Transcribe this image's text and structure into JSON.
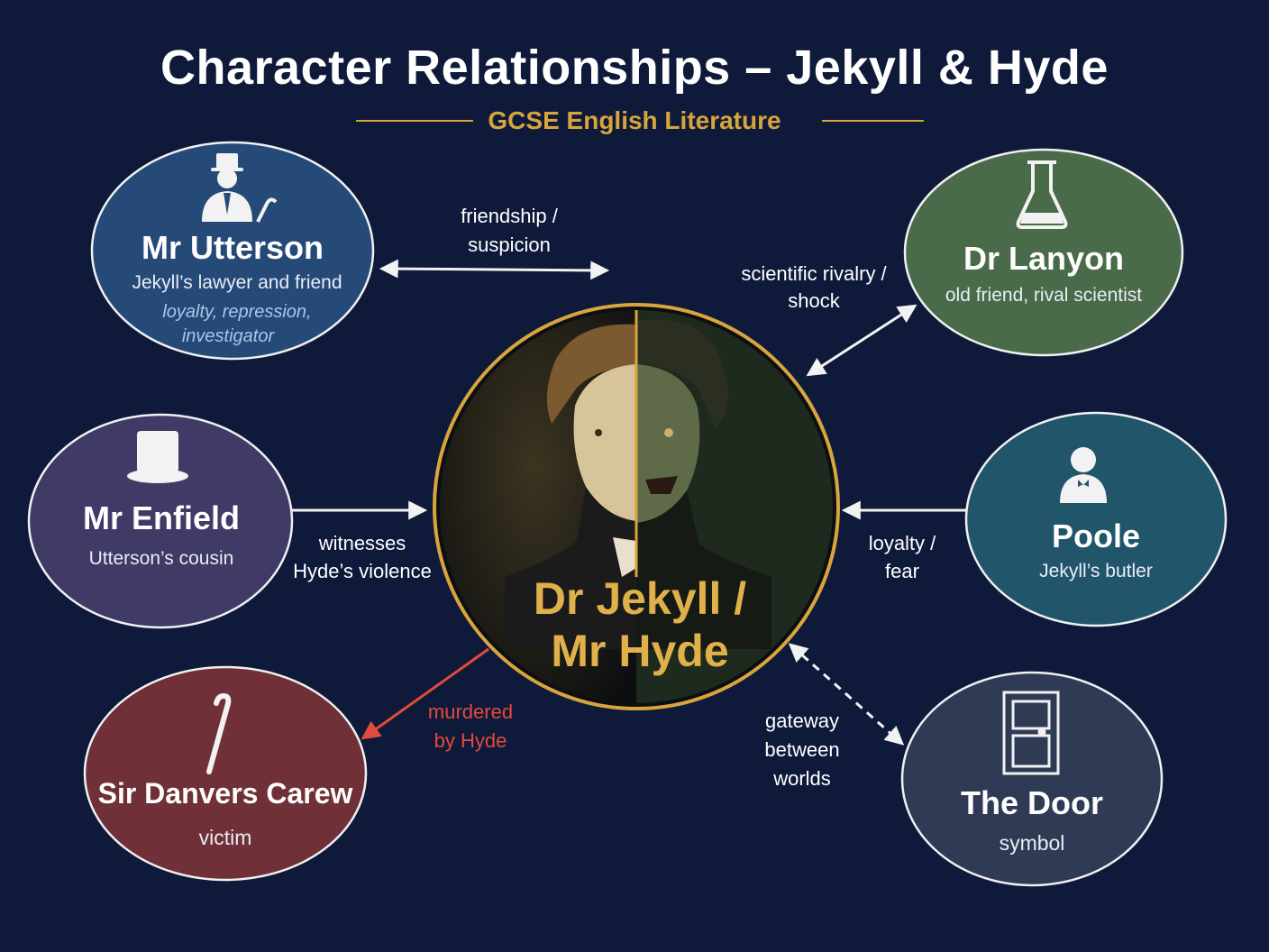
{
  "header": {
    "title": "Character Relationships – Jekyll & Hyde",
    "subtitle": "GCSE English Literature"
  },
  "colors": {
    "background": "#0f1a3a",
    "accent_gold": "#d7a53c",
    "utterson": "#254a78",
    "lanyon": "#4a6b49",
    "enfield": "#3f3a66",
    "poole": "#21556a",
    "carew": "#6f3038",
    "door": "#2f3a55",
    "murder_arrow": "#e24a3c"
  },
  "center": {
    "name_line1": "Dr Jekyll /",
    "name_line2": "Mr Hyde"
  },
  "characters": {
    "utterson": {
      "name": "Mr Utterson",
      "desc": "Jekyll’s lawyer and friend",
      "trait_line1": "loyalty, repression,",
      "trait_line2": "investigator",
      "icon": "gentleman-with-cane-icon"
    },
    "lanyon": {
      "name": "Dr Lanyon",
      "desc": "old friend, rival scientist",
      "icon": "flask-icon"
    },
    "enfield": {
      "name": "Mr Enfield",
      "desc": "Utterson’s cousin",
      "icon": "top-hat-icon"
    },
    "poole": {
      "name": "Poole",
      "desc": "Jekyll’s butler",
      "icon": "butler-icon"
    },
    "carew": {
      "name": "Sir Danvers Carew",
      "desc": "victim",
      "icon": "cane-icon"
    },
    "door": {
      "name": "The Door",
      "desc": "symbol",
      "icon": "door-icon"
    }
  },
  "relationships": {
    "utterson": {
      "line1": "friendship /",
      "line2": "suspicion"
    },
    "lanyon": {
      "line1": "scientific rivalry /",
      "line2": "shock"
    },
    "enfield": {
      "line1": "witnesses",
      "line2": "Hyde’s violence"
    },
    "poole": {
      "line1": "loyalty /",
      "line2": "fear"
    },
    "carew": {
      "line1": "murdered",
      "line2": "by Hyde"
    },
    "door": {
      "line1": "gateway",
      "line2": "between",
      "line3": "worlds"
    }
  }
}
